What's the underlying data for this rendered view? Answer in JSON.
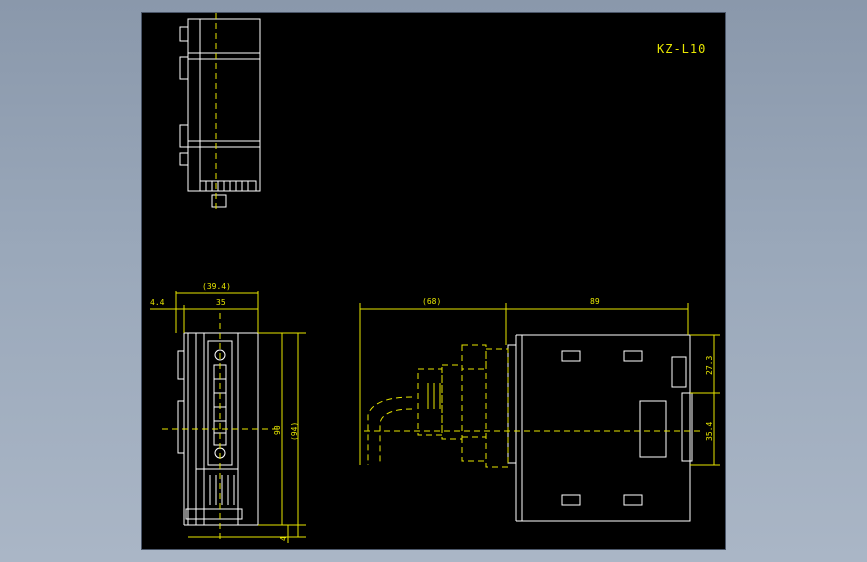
{
  "drawing": {
    "title": "KZ-L10",
    "dimensions": {
      "d_39_4": "(39.4)",
      "d_35": "35",
      "d_4_4": "4.4",
      "d_90": "90",
      "d_94": "(94)",
      "d_4": "4",
      "d_68": "(68)",
      "d_89": "89",
      "d_27_3": "27.3",
      "d_35_4": "35.4"
    }
  },
  "colors": {
    "background": "#000000",
    "outline": "#ffffff",
    "dimension": "#e7e600",
    "window": "#9aa8ba"
  }
}
